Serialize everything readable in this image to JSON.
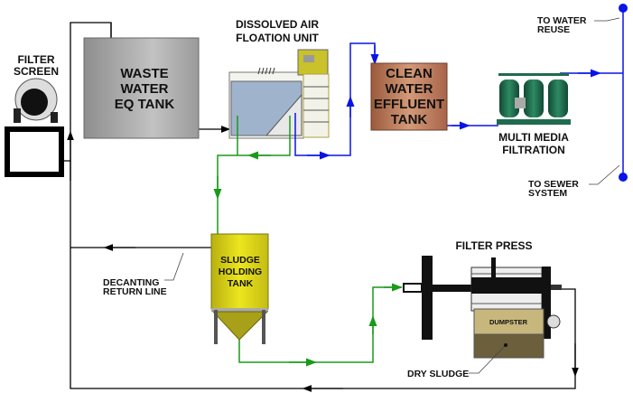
{
  "labels": {
    "filter_screen": [
      "FILTER",
      "SCREEN"
    ],
    "eq_tank": [
      "WASTE",
      "WATER",
      "EQ TANK"
    ],
    "daf": [
      "DISSOLVED AIR",
      "FLOATION UNIT"
    ],
    "clean_tank": [
      "CLEAN",
      "WATER",
      "EFFLUENT",
      "TANK"
    ],
    "mmf": [
      "MULTI MEDIA",
      "FILTRATION"
    ],
    "water_reuse": [
      "TO WATER",
      "REUSE"
    ],
    "sewer": [
      "TO SEWER",
      "SYSTEM"
    ],
    "sludge_tank": [
      "SLUDGE",
      "HOLDING",
      "TANK"
    ],
    "decanting": [
      "DECANTING",
      "RETURN LINE"
    ],
    "filter_press": "FILTER PRESS",
    "dumpster": "DUMPSTER",
    "dry_sludge": "DRY SLUDGE"
  },
  "colors": {
    "wastewater_line": "#000000",
    "clean_water_line": "#0a14e6",
    "sludge_line": "#1a9a1a",
    "eq_tank": "#a6a6a6",
    "clean_tank": "#b8724f",
    "sludge_tank": "#d8d21a",
    "mmf_tanks": "#1f6b4e",
    "dumpster": "#c8b77c"
  }
}
